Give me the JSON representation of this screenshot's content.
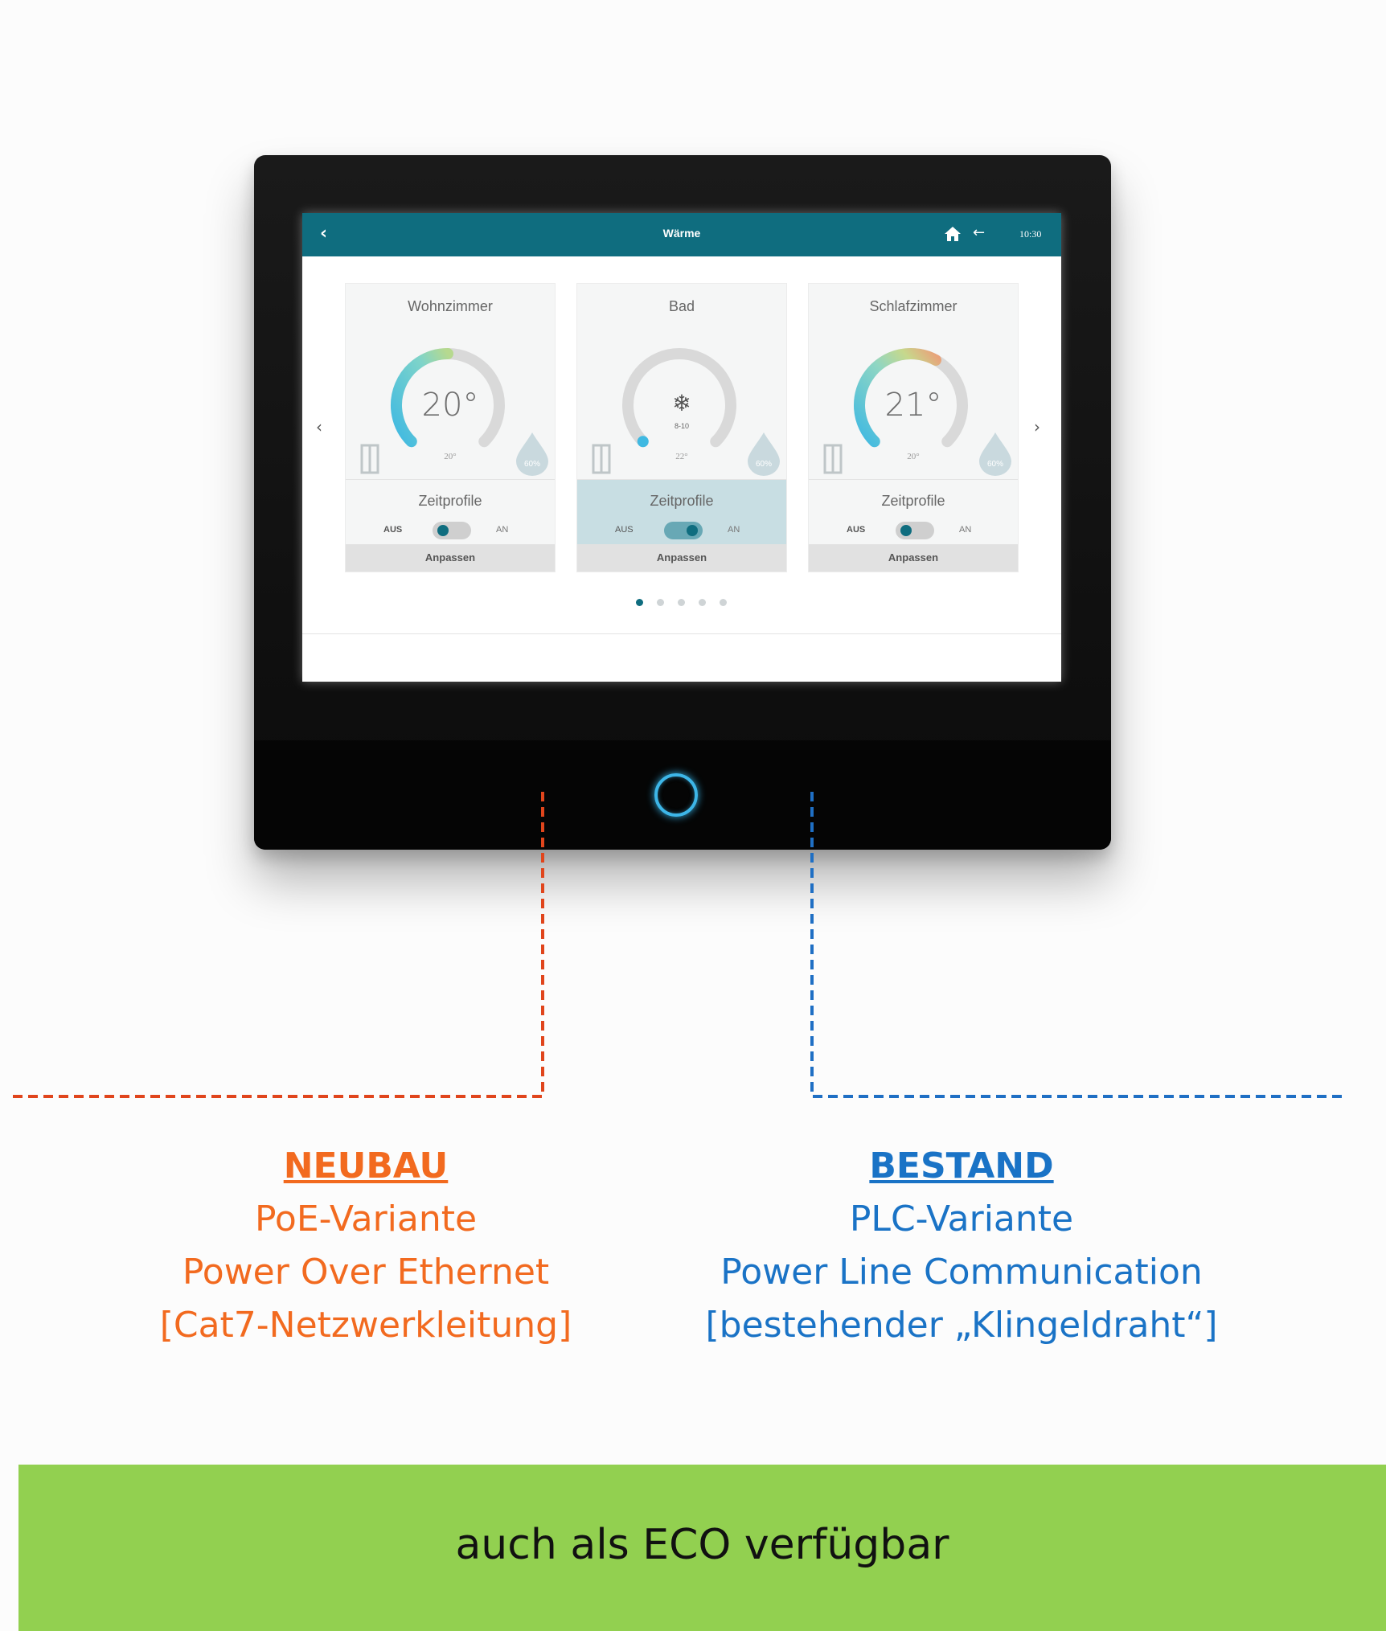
{
  "screen": {
    "header": {
      "title": "Wärme",
      "time": "10:30"
    },
    "cards": [
      {
        "room": "Wohnzimmer",
        "temperature": "20°",
        "setpoint": "20°",
        "humidity": "60%",
        "mode": "Zeitprofile",
        "off_label": "AUS",
        "on_label": "AN",
        "toggle_on": false,
        "adjust_label": "Anpassen"
      },
      {
        "room": "Bad",
        "range": "8-10",
        "setpoint": "22°",
        "humidity": "60%",
        "mode": "Zeitprofile",
        "off_label": "AUS",
        "on_label": "AN",
        "toggle_on": true,
        "adjust_label": "Anpassen"
      },
      {
        "room": "Schlafzimmer",
        "temperature": "21°",
        "setpoint": "20°",
        "humidity": "60%",
        "mode": "Zeitprofile",
        "off_label": "AUS",
        "on_label": "AN",
        "toggle_on": false,
        "adjust_label": "Anpassen"
      }
    ],
    "pagination": {
      "pages": 5,
      "active": 1
    }
  },
  "variants": {
    "neubau": {
      "heading": "NEUBAU",
      "lines": [
        "PoE-Variante",
        "Power Over Ethernet",
        "[Cat7-Netzwerkleitung]"
      ],
      "color": "#f26a1f"
    },
    "bestand": {
      "heading": "BESTAND",
      "lines": [
        "PLC-Variante",
        "Power Line Communication",
        "[bestehender „Klingeldraht“]"
      ],
      "color": "#1a73c6"
    }
  },
  "banner": {
    "text": "auch als ECO verfügbar",
    "color": "#92d050"
  },
  "colors": {
    "accent": "#0f6d7f",
    "power_ring": "#3db6e8"
  }
}
